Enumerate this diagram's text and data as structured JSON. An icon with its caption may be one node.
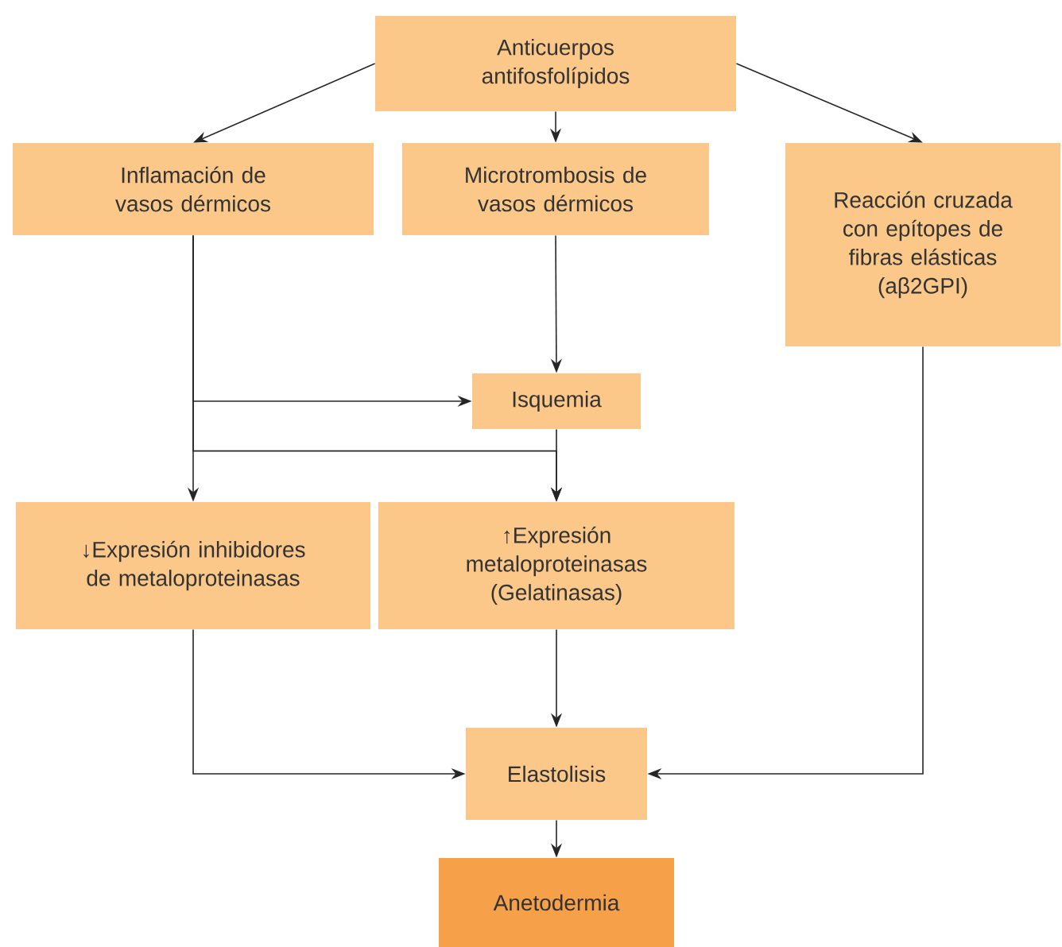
{
  "diagram": {
    "nodes": [
      {
        "text": [
          "Anticuerpos antifosfolípidos"
        ]
      },
      {
        "text": [
          "Inflamación de vasos dérmicos"
        ]
      },
      {
        "text": [
          "Microtrombosis de vasos dérmicos"
        ]
      },
      {
        "text": [
          "Reacción cruzada con epítopes de fibras elásticas (aβ2GPI)"
        ]
      },
      {
        "text": [
          "Isquemia"
        ]
      },
      {
        "text": [
          "↓Expresión inhibidores de metaloproteinasas"
        ]
      },
      {
        "text": [
          "↑Expresión metaloproteinasas (Gelatinasas)"
        ]
      },
      {
        "text": [
          "Elastolisis"
        ]
      },
      {
        "text": [
          "Anetodermia"
        ]
      }
    ],
    "edges": [
      {
        "from": 0,
        "to": 1,
        "arrow": "to"
      },
      {
        "from": 0,
        "to": 2,
        "arrow": "to"
      },
      {
        "from": 0,
        "to": 3,
        "arrow": "to"
      },
      {
        "from": 2,
        "to": 4,
        "arrow": "to"
      },
      {
        "from": 1,
        "to": 4,
        "arrow": "to"
      },
      {
        "from": 1,
        "to": 5,
        "arrow": "to"
      },
      {
        "from": 1,
        "to": 6,
        "arrow": "to"
      },
      {
        "from": 4,
        "to": 6,
        "arrow": "to"
      },
      {
        "from": 5,
        "to": 7,
        "arrow": "to"
      },
      {
        "from": 6,
        "to": 7,
        "arrow": "to"
      },
      {
        "from": 3,
        "to": 7,
        "arrow": "to"
      },
      {
        "from": 7,
        "to": 8,
        "arrow": "to"
      }
    ]
  }
}
